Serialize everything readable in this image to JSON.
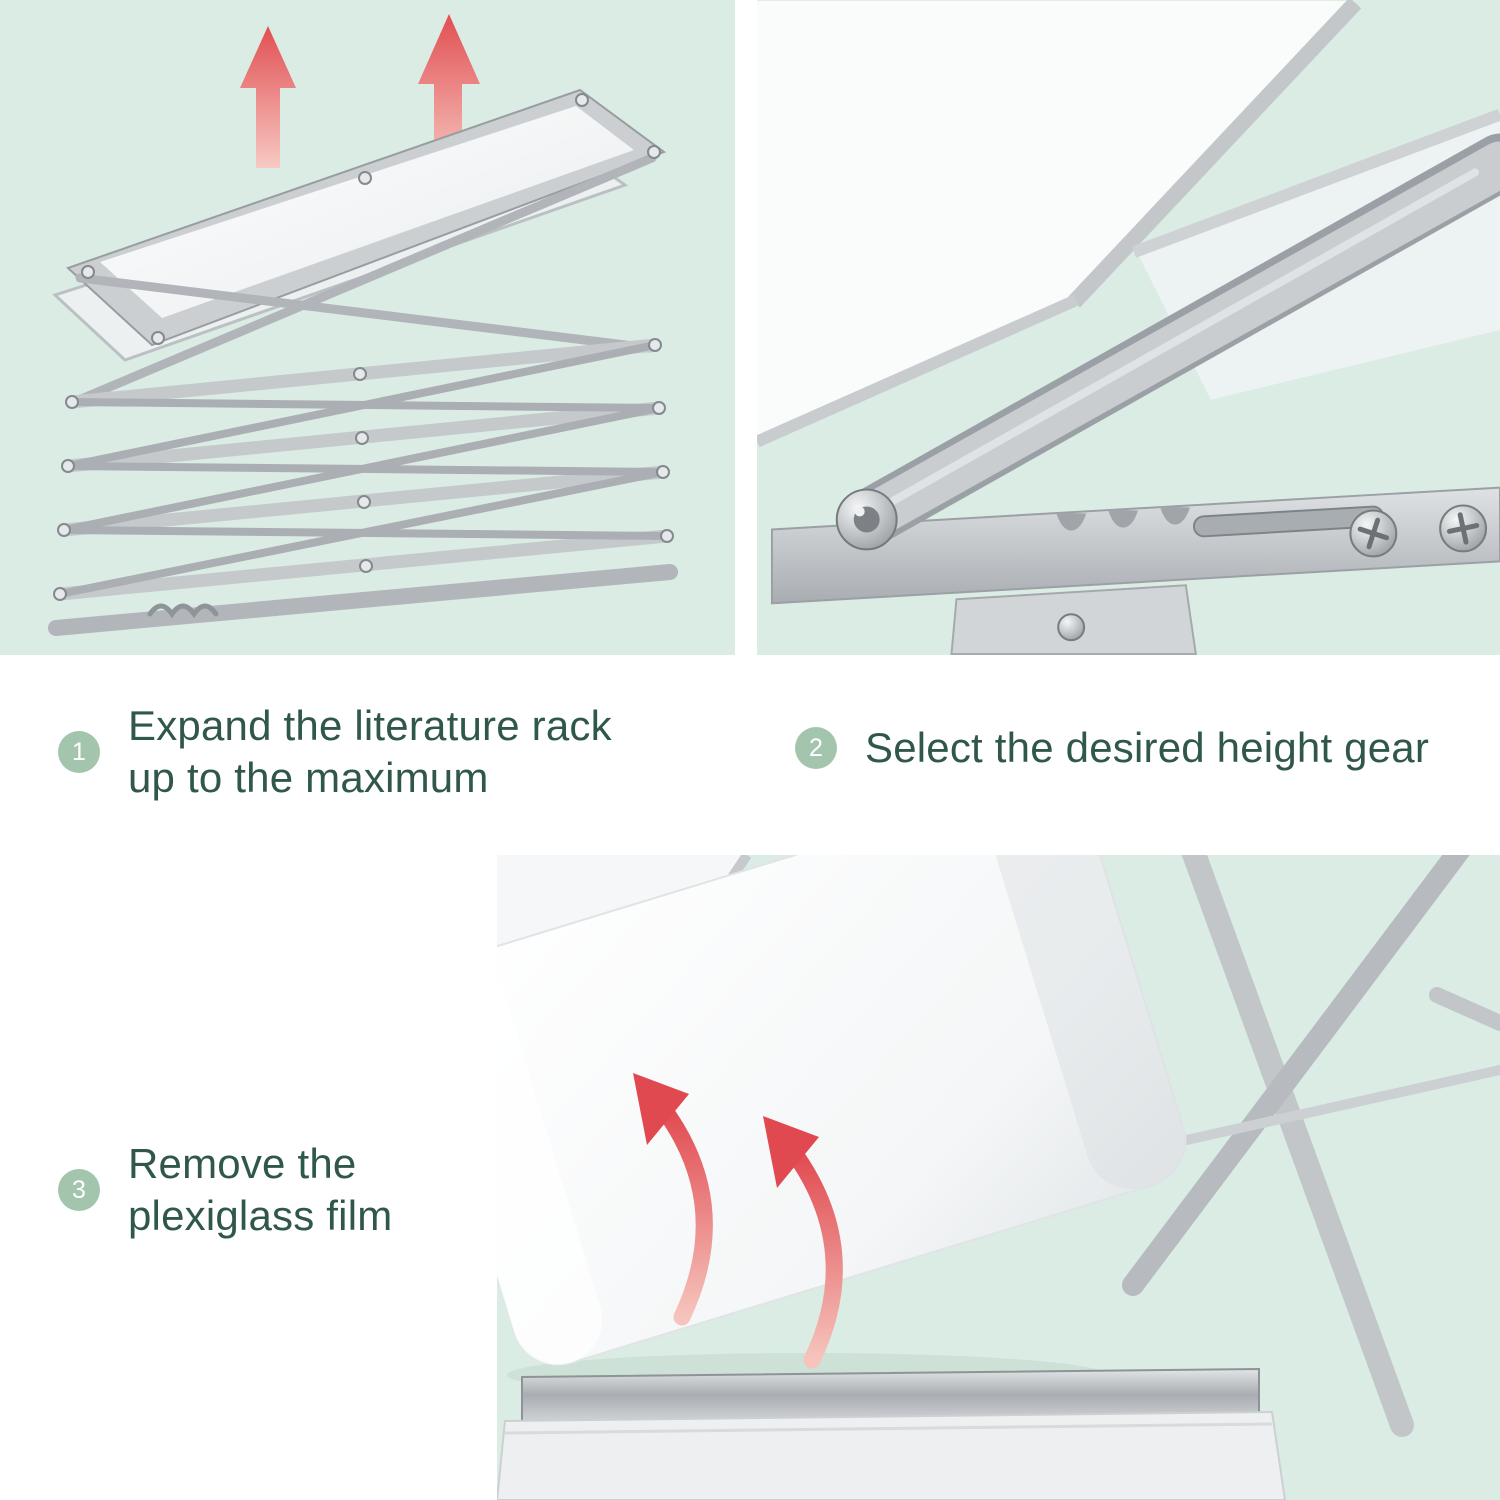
{
  "colors": {
    "background_mint": "#daece4",
    "band_white": "#ffffff",
    "badge_green": "#a3c5ae",
    "step_text_green": "#30584a",
    "arrow_red": "#e0494f",
    "metal_silver": "#c6c9cd"
  },
  "steps": [
    {
      "number": "1",
      "line1": "Expand the  literature rack",
      "line2": "up to the maximum"
    },
    {
      "number": "2",
      "line1": "Select the desired height gear"
    },
    {
      "number": "3",
      "line1": "Remove the",
      "line2": "plexiglass film"
    }
  ],
  "photos": [
    {
      "name": "folded-literature-rack-with-up-arrows"
    },
    {
      "name": "height-gear-mechanism-closeup"
    },
    {
      "name": "plexiglass-film-removal"
    }
  ]
}
